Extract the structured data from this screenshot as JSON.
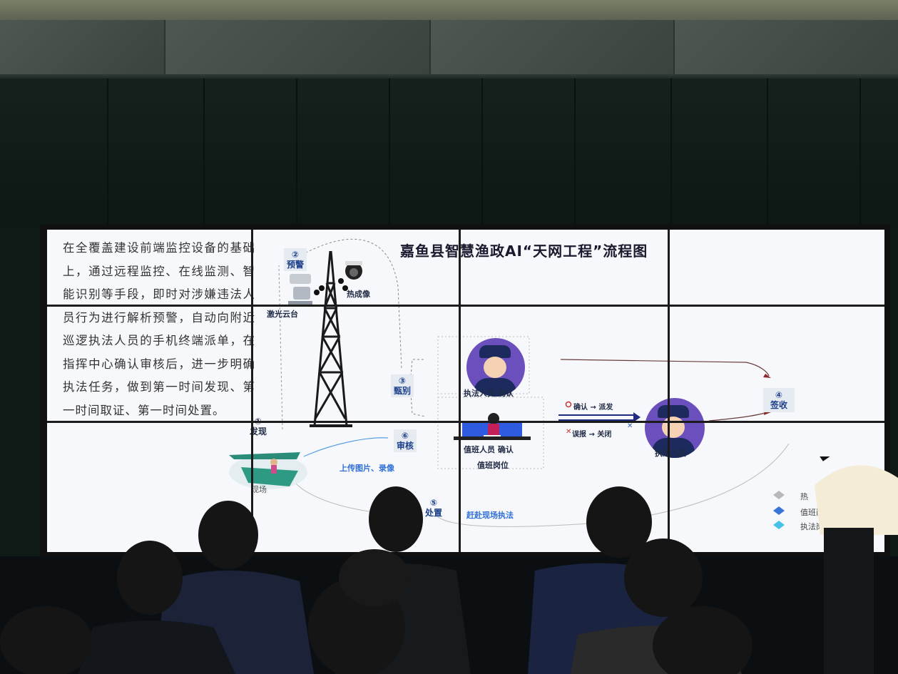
{
  "slide": {
    "title": "嘉鱼县智慧渔政AI“天网工程”流程图",
    "left_paragraph": "在全覆盖建设前端监控设备的基础上，通过远程监控、在线监测、智能识别等手段，即时对涉嫌违法人员行为进行解析预警，自动向附近巡逻执法人员的手机终端派单，在指挥中心确认审核后，进一步明确执法任务，做到第一时间发现、第一时间取证、第一时间处置。",
    "labels": {
      "laser": "激光云台",
      "thermal": "热成像",
      "officer_confirm": "执法人员 确认",
      "duty_confirm": "值班人员 确认",
      "duty_post": "值班岗位",
      "officer": "执法人员",
      "scene": "现场",
      "upload": "上传图片、录像",
      "go_scene": "赶赴现场执法",
      "confirm_dispatch": "确认 → 派发",
      "false_close": "误报 → 关闭"
    },
    "steps": [
      {
        "num": "②",
        "text": "预警"
      },
      {
        "num": "③",
        "text": "甄别"
      },
      {
        "num": "①",
        "text": "发现"
      },
      {
        "num": "⑥",
        "text": "审核"
      },
      {
        "num": "④",
        "text": "签收"
      },
      {
        "num": "⑤",
        "text": "处置"
      }
    ],
    "legend": [
      "热",
      "值班岗",
      "执法岗"
    ]
  },
  "colors": {
    "accent_blue": "#2f6fd6",
    "officer_purple": "#6a4fbd",
    "screen_bg": "#f7f8fb"
  }
}
